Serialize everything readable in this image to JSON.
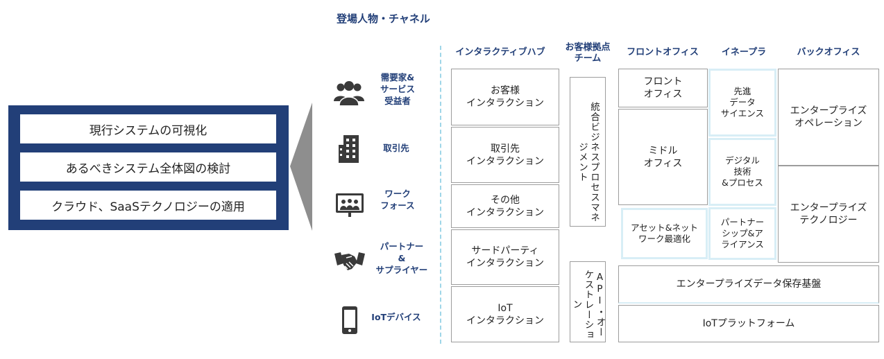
{
  "left_panel": {
    "items": [
      "現行システムの可視化",
      "あるべきシステム全体図の検討",
      "クラウド、SaaSテクノロジーの適用"
    ]
  },
  "heading": "登場人物・チャネル",
  "columns": {
    "interactive_hub": "インタラクティブハブ",
    "customer_team": "お客様拠点\nチーム",
    "front_office": "フロントオフィス",
    "ineplat": "イネープラ",
    "back_office": "バックオフィス"
  },
  "actors": [
    {
      "label": "需要家&\nサービス\n受益者",
      "icon": "people-group-icon"
    },
    {
      "label": "取引先",
      "icon": "building-icon"
    },
    {
      "label": "ワーク\nフォース",
      "icon": "presentation-icon"
    },
    {
      "label": "パートナー\n&\nサプライヤー",
      "icon": "handshake-icon"
    },
    {
      "label": "IoTデバイス",
      "icon": "smartphone-icon"
    }
  ],
  "hub_boxes": [
    "お客様\nインタラクション",
    "取引先\nインタラクション",
    "その他\nインタラクション",
    "サードパーティ\nインタラクション",
    "IoT\nインタラクション"
  ],
  "team_boxes": [
    "統合ビジネスプロセスマネジメント",
    "API・オーケストレーション"
  ],
  "front_boxes": [
    "フロント\nオフィス",
    "ミドル\nオフィス",
    "アセット&ネット\nワーク最適化"
  ],
  "enable_boxes": [
    "先進\nデータ\nサイエンス",
    "デジタル\n技術\n&プロセス",
    "パートナー\nシップ&ア\nライアンス"
  ],
  "back_boxes": [
    "エンタープライズ\nオペレーション",
    "エンタープライズ\nテクノロジー"
  ],
  "bottom_boxes": [
    "エンタープライズデータ保存基盤",
    "IoTプラットフォーム"
  ],
  "colors": {
    "navy": "#223f78",
    "light_blue": "#d8eef6",
    "dash": "#9fd6e8",
    "icon_gray": "#3a3a3a"
  }
}
